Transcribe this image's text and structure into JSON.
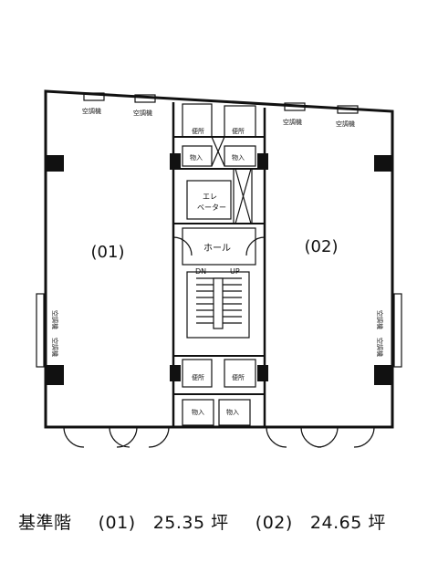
{
  "plan": {
    "unit_left": "(01)",
    "unit_right": "(02)",
    "hall": "ホール",
    "elevator_line1": "エレ",
    "elevator_line2": "ベーター",
    "stair_down": "DN",
    "stair_up": "UP",
    "toilet": "便所",
    "storage": "物入",
    "aircon": "空調機"
  },
  "caption": {
    "floor": "基準階",
    "unit1": "(01)",
    "area1": "25.35",
    "unit2": "(02)",
    "area2": "24.65",
    "tsubo": "坪"
  }
}
